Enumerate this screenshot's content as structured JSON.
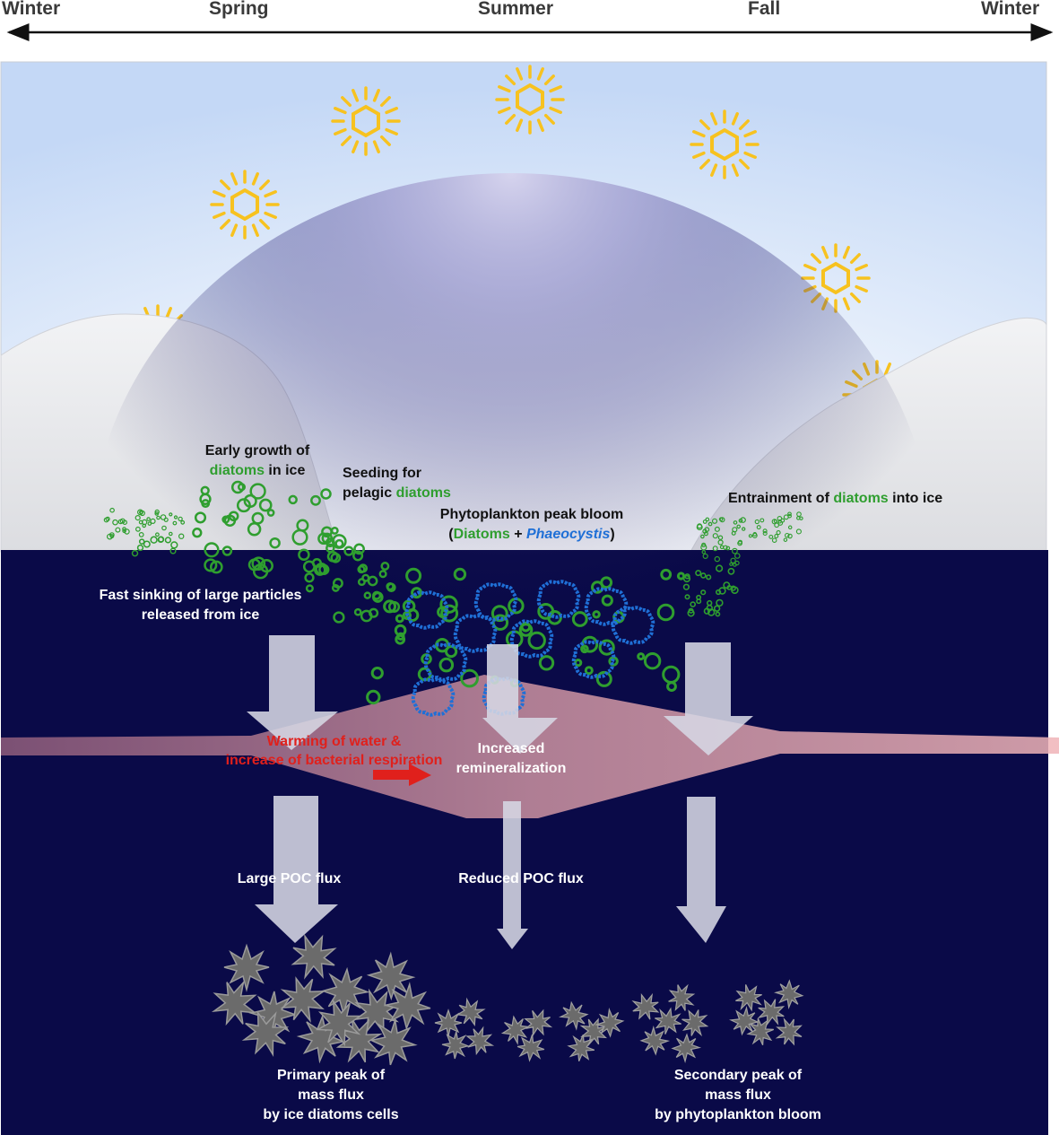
{
  "timeline": {
    "seasons": [
      "Winter",
      "Spring",
      "Summer",
      "Fall",
      "Winter"
    ]
  },
  "labels": {
    "early_growth": {
      "line1": "Early growth of",
      "word": "diatoms",
      "rest": " in ice"
    },
    "seeding": {
      "line1": "Seeding for",
      "prefix": "pelagic ",
      "word": "diatoms"
    },
    "peak_bloom": {
      "line1": "Phytoplankton peak bloom",
      "open": "(",
      "diatoms": "Diatoms",
      "plus": " + ",
      "phaeocystis": "Phaeocystis",
      "close": ")"
    },
    "entrainment": {
      "prefix": "Entrainment of ",
      "word": "diatoms",
      "rest": " into ice"
    },
    "fast_sinking": {
      "line1": "Fast sinking of large particles",
      "line2": "released from ice"
    },
    "warming": {
      "line1": "Warming of water &",
      "line2": "increase of bacterial respiration"
    },
    "remineralization": {
      "line1": "Increased",
      "line2": "remineralization"
    },
    "large_poc": "Large POC flux",
    "reduced_poc": "Reduced POC flux",
    "primary_peak": {
      "line1": "Primary peak of",
      "line2": "mass flux",
      "line3": "by ice diatoms cells"
    },
    "secondary_peak": {
      "line1": "Secondary peak of",
      "line2": "mass flux",
      "line3": "by phytoplankton bloom"
    }
  },
  "colors": {
    "ocean": "#0a0a48",
    "sky_top": "#c9dcf7",
    "ice": "#e7e8ec",
    "sun": "#f7c21f",
    "diatom_green": "#2f9e2f",
    "phaeocystis_blue": "#1f6fd6",
    "warming_red": "#e0201c",
    "warm_layer": "#e8a1a6"
  },
  "icons": [
    "sun-icon",
    "diatom-ring-icon",
    "phaeocystis-colony-icon",
    "aggregate-star-icon",
    "down-arrow-icon",
    "timeline-double-arrow-icon"
  ]
}
